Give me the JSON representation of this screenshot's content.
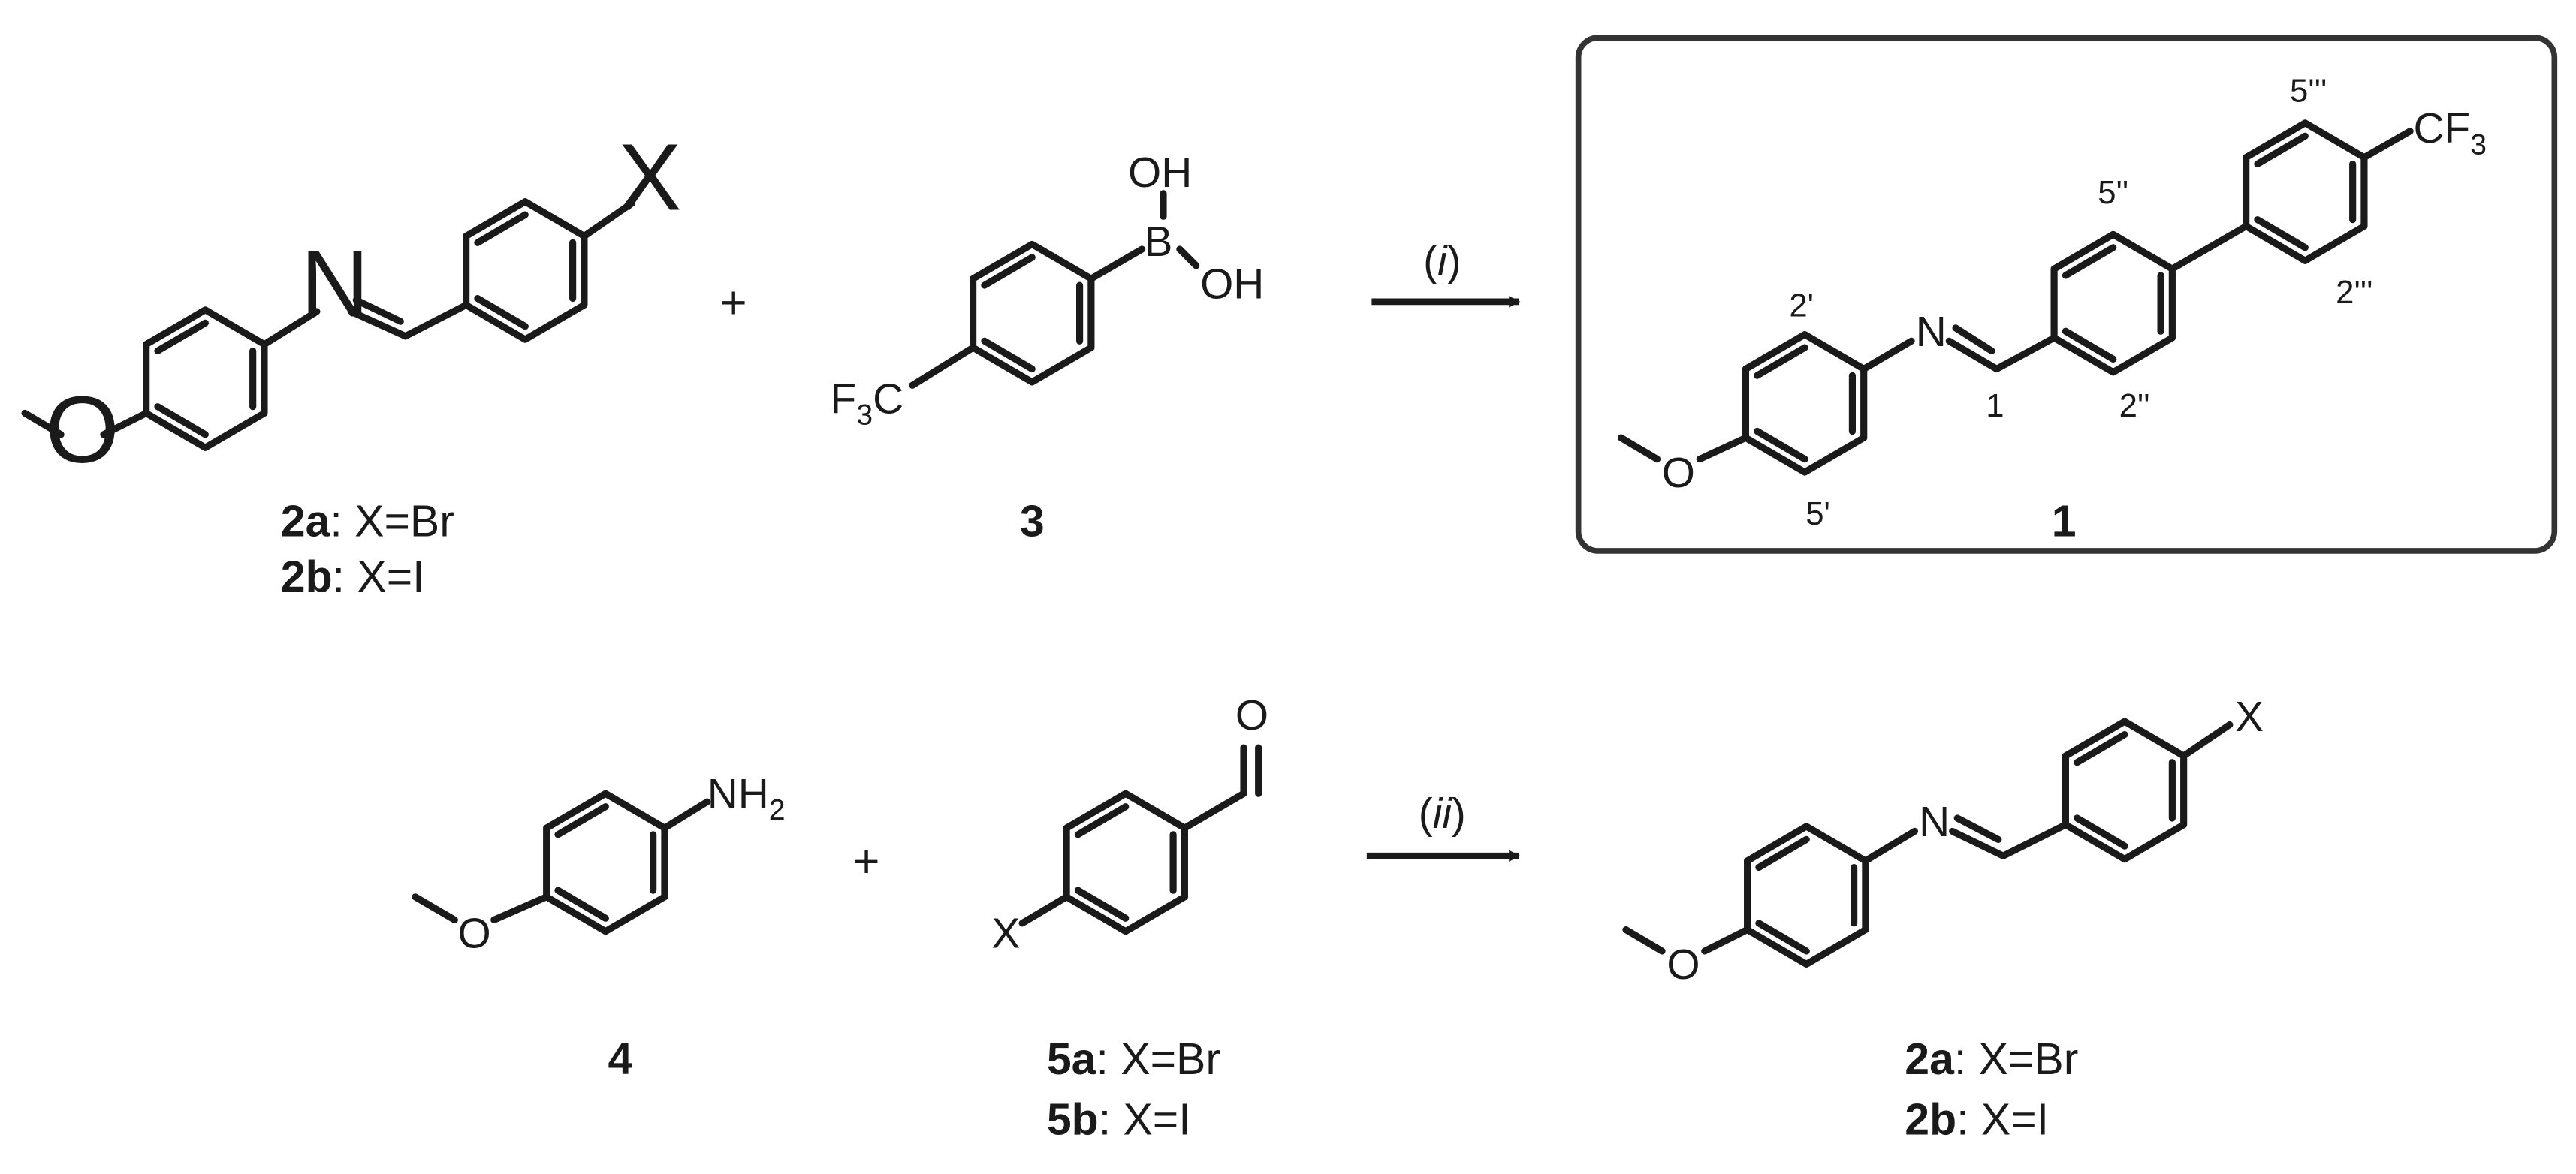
{
  "atoms": {
    "oxygen": "O",
    "nitrogen": "N",
    "halogen": "X",
    "hydroxyl": "OH",
    "boron": "B",
    "carbon": "C",
    "amine": "NH",
    "amine_subscript": "2",
    "cf3_prefix": "CF",
    "f3_prefix": "F",
    "subscript_3": "3"
  },
  "compounds": {
    "c2": {
      "lines": [
        {
          "id": "2a",
          "text": ": X=Br"
        },
        {
          "id": "2b",
          "text": ": X=I"
        }
      ]
    },
    "c3": {
      "id": "3"
    },
    "c1": {
      "id": "1"
    },
    "c4": {
      "id": "4"
    },
    "c5": {
      "lines": [
        {
          "id": "5a",
          "text": ": X=Br"
        },
        {
          "id": "5b",
          "text": ": X=I"
        }
      ]
    },
    "c2_product": {
      "lines": [
        {
          "id": "2a",
          "text": ": X=Br"
        },
        {
          "id": "2b",
          "text": ": X=I"
        }
      ]
    }
  },
  "positions": {
    "p2p": "2'",
    "p5p": "5'",
    "p1": "1",
    "p2pp": "2''",
    "p5pp": "5''",
    "p2ppp": "2'''",
    "p5ppp": "5'''"
  },
  "reactions": {
    "i": {
      "open": "(",
      "label": "i",
      "close": ")"
    },
    "ii": {
      "open": "(",
      "label": "ii",
      "close": ")"
    }
  },
  "plus_sign": "+"
}
